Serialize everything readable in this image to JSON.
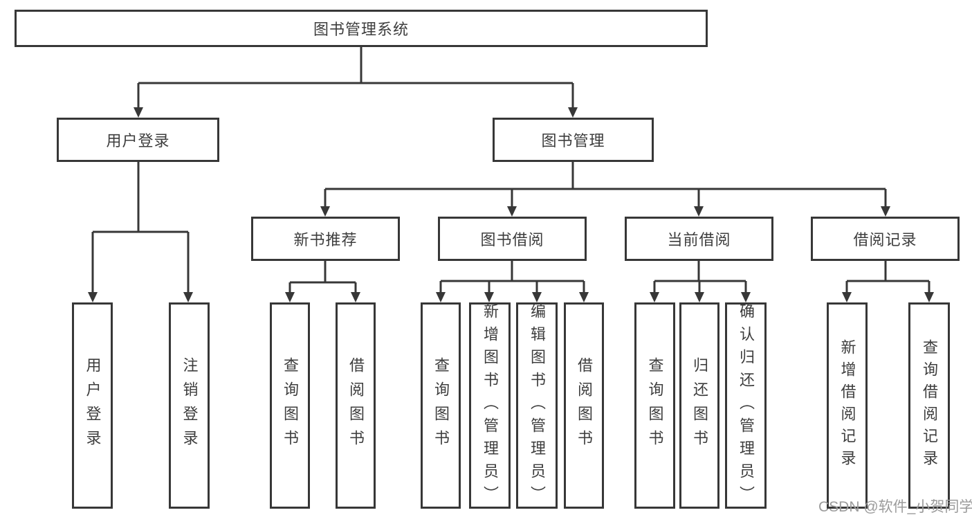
{
  "root": {
    "label": "图书管理系统"
  },
  "level1": {
    "user_login": {
      "label": "用户登录"
    },
    "book_mgmt": {
      "label": "图书管理"
    }
  },
  "level2": {
    "new_books": {
      "label": "新书推荐"
    },
    "book_borrow": {
      "label": "图书借阅"
    },
    "current_borrow": {
      "label": "当前借阅"
    },
    "borrow_records": {
      "label": "借阅记录"
    }
  },
  "level3": {
    "user_login_children": [
      {
        "label": "用户登录"
      },
      {
        "label": "注销登录"
      }
    ],
    "new_books_children": [
      {
        "label": "查询图书"
      },
      {
        "label": "借阅图书"
      }
    ],
    "book_borrow_children": [
      {
        "label": "查询图书"
      },
      {
        "label": "新增图书（管理员）"
      },
      {
        "label": "编辑图书（管理员）"
      },
      {
        "label": "借阅图书"
      }
    ],
    "current_borrow_children": [
      {
        "label": "查询图书"
      },
      {
        "label": "归还图书"
      },
      {
        "label": "确认归还（管理员）"
      }
    ],
    "borrow_records_children": [
      {
        "label": "新增借阅记录"
      },
      {
        "label": "查询借阅记录"
      }
    ]
  },
  "watermark": {
    "label": "CSDN @软件_小贺同学"
  },
  "colors": {
    "line": "#373737",
    "text": "#3d3d3d",
    "background": "#ffffff",
    "watermark": "#9b9b9b"
  }
}
